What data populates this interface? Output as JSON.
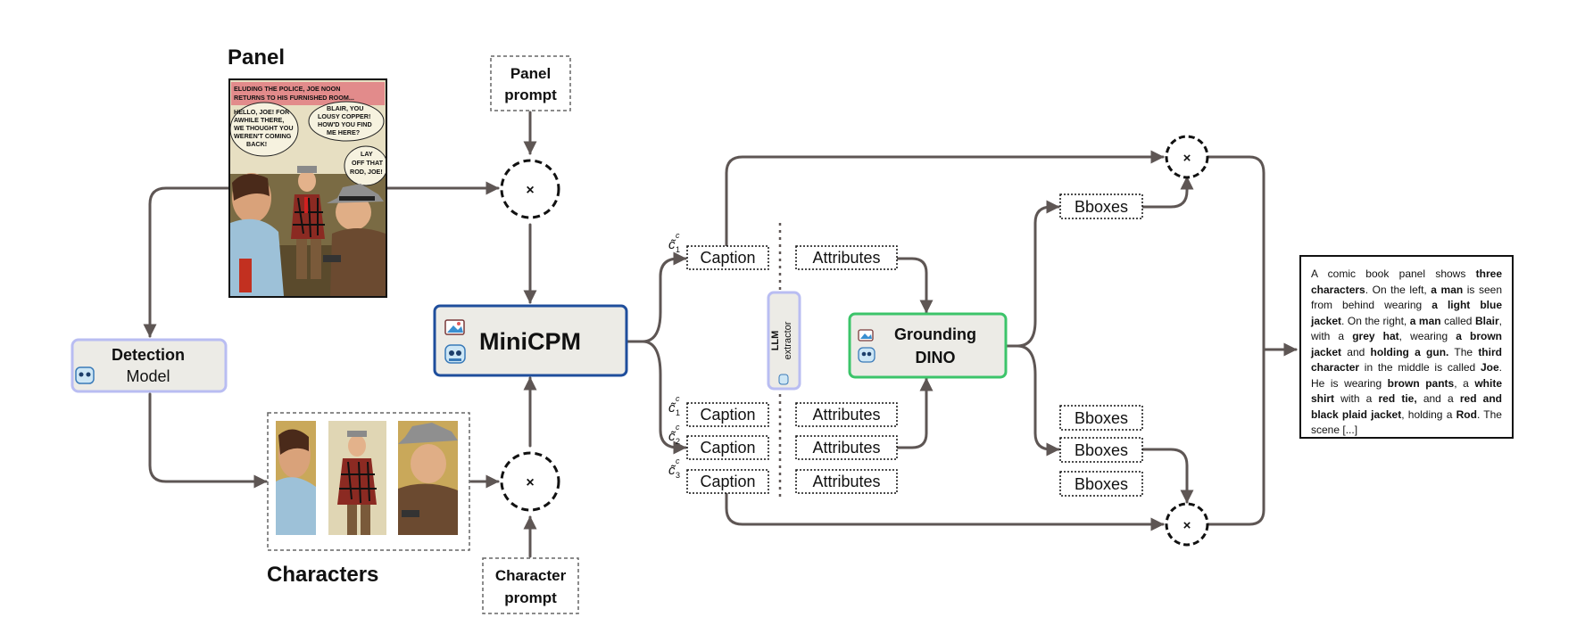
{
  "panel": {
    "title": "Panel",
    "comic_texts": {
      "narration": [
        "ELUDING THE POLICE, JOE NOON",
        "RETURNS TO HIS FURNISHED ROOM..."
      ],
      "bubble_left": [
        "HELLO, JOE! FOR",
        "AWHILE THERE,",
        "WE THOUGHT YOU",
        "WEREN'T COMING",
        "BACK!"
      ],
      "bubble_mid": [
        "BLAIR, YOU",
        "LOUSY COPPER!",
        "HOW'D YOU FIND",
        "ME HERE?"
      ],
      "bubble_right": [
        "LAY",
        "OFF THAT",
        "ROD, JOE!"
      ]
    }
  },
  "panel_prompt": {
    "line1": "Panel",
    "line2": "prompt"
  },
  "character_prompt": {
    "line1": "Character",
    "line2": "prompt"
  },
  "detection_model": {
    "line1": "Detection",
    "line2": "Model"
  },
  "characters": {
    "title": "Characters"
  },
  "minicpm": {
    "label": "MiniCPM"
  },
  "multiply_symbol": "×",
  "caption_label": "Caption",
  "caption_symbols": {
    "top": {
      "base": "c̃",
      "sub": "1",
      "sup": "c"
    },
    "list": [
      {
        "base": "c̃",
        "sub": "1",
        "sup": "c"
      },
      {
        "base": "c̃",
        "sub": "2",
        "sup": "c"
      },
      {
        "base": "c̃",
        "sub": "3",
        "sup": "c"
      }
    ]
  },
  "llm_extractor": {
    "line1": "LLM",
    "line2": "extractor"
  },
  "attributes_label": "Attributes",
  "grounding_dino": {
    "line1": "Grounding",
    "line2": "DINO"
  },
  "bboxes_label": "Bboxes",
  "icons": [
    "image-icon",
    "robot-icon",
    "snowflake-icon"
  ],
  "colors": {
    "arrow": "#5e5654",
    "box_fill": "#ecebe6",
    "minicpm_border": "#1f4e9c",
    "detection_border": "#b9bdf2",
    "llm_border": "#b9bdf2",
    "dino_border": "#3cc46a"
  },
  "description": {
    "segments": [
      {
        "t": "A comic book panel shows ",
        "b": false
      },
      {
        "t": "three characters",
        "b": true
      },
      {
        "t": ". On the left, ",
        "b": false
      },
      {
        "t": "a man",
        "b": true
      },
      {
        "t": " is seen from behind wearing ",
        "b": false
      },
      {
        "t": "a light blue jacket",
        "b": true
      },
      {
        "t": ". On the right, ",
        "b": false
      },
      {
        "t": "a man",
        "b": true
      },
      {
        "t": " called ",
        "b": false
      },
      {
        "t": "Blair",
        "b": true
      },
      {
        "t": ", with a ",
        "b": false
      },
      {
        "t": "grey hat",
        "b": true
      },
      {
        "t": ", wearing ",
        "b": false
      },
      {
        "t": "a brown jacket",
        "b": true
      },
      {
        "t": " and ",
        "b": false
      },
      {
        "t": "holding a gun.",
        "b": true
      },
      {
        "t": " The ",
        "b": false
      },
      {
        "t": "third character",
        "b": true
      },
      {
        "t": " in the middle is called ",
        "b": false
      },
      {
        "t": "Joe",
        "b": true
      },
      {
        "t": ". He is wearing ",
        "b": false
      },
      {
        "t": "brown pants",
        "b": true
      },
      {
        "t": ", a ",
        "b": false
      },
      {
        "t": "white shirt",
        "b": true
      },
      {
        "t": " with a ",
        "b": false
      },
      {
        "t": "red tie,",
        "b": true
      },
      {
        "t": " and a ",
        "b": false
      },
      {
        "t": "red and black plaid jacket",
        "b": true
      },
      {
        "t": ", holding a ",
        "b": false
      },
      {
        "t": "Rod",
        "b": true
      },
      {
        "t": ". The scene [...]",
        "b": false
      }
    ]
  }
}
